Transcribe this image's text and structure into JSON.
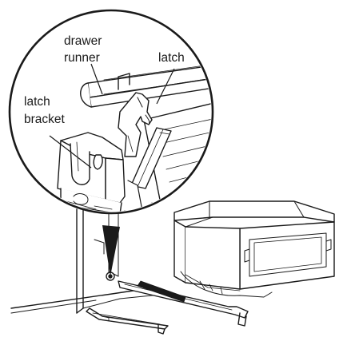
{
  "diagram": {
    "labels": {
      "drawer_runner_line1": "drawer",
      "drawer_runner_line2": "runner",
      "latch": "latch",
      "latch_bracket_line1": "latch",
      "latch_bracket_line2": "bracket"
    }
  }
}
